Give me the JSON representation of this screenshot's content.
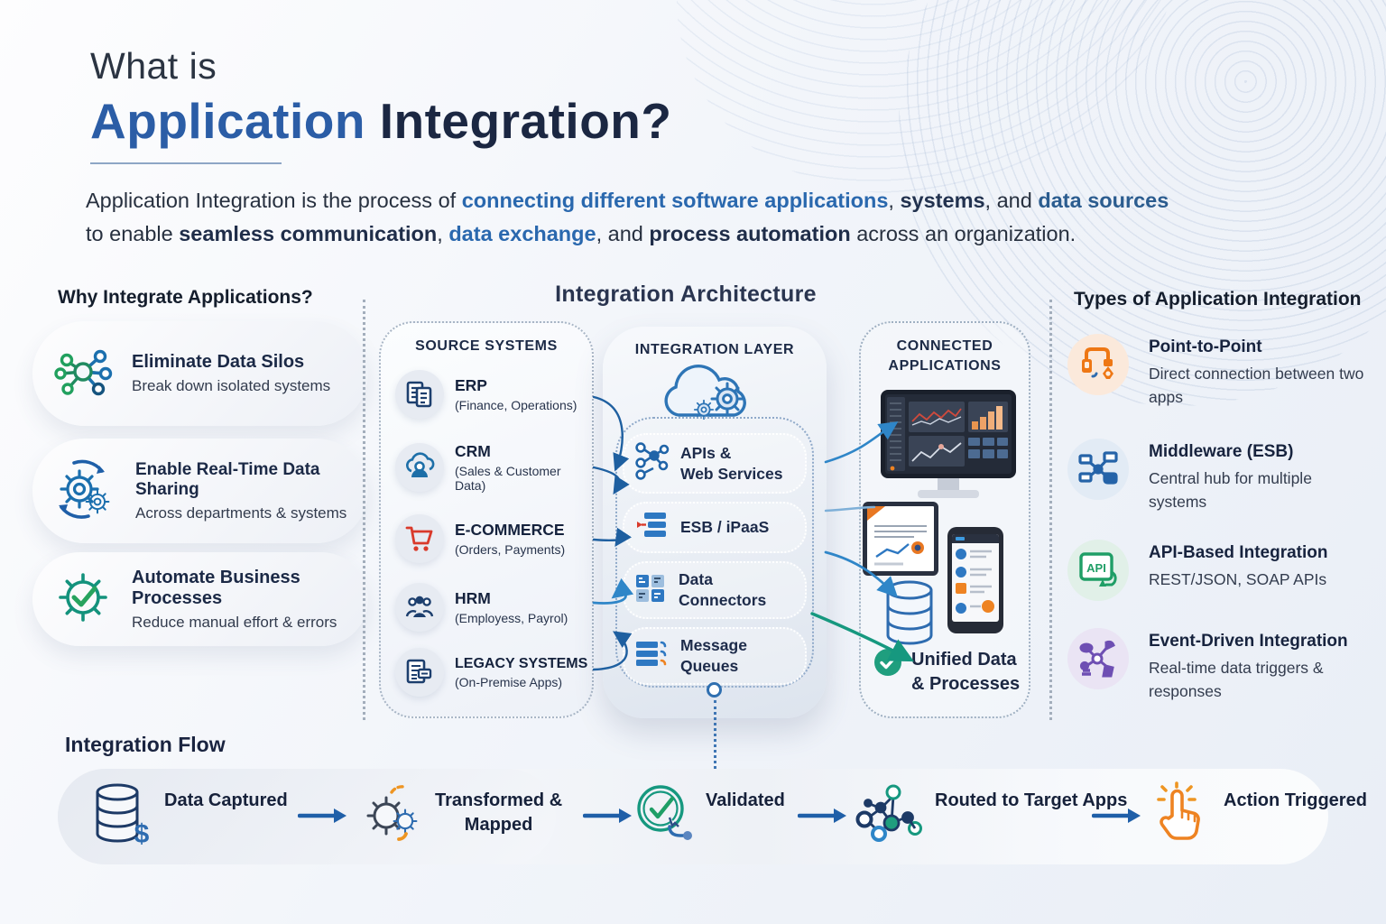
{
  "header": {
    "what": "What is",
    "app": "Application",
    "integration": " Integration?"
  },
  "intro": {
    "parts": [
      {
        "text": "Application Integration is the process of "
      },
      {
        "text": "connecting different software applications"
      },
      {
        "text": ", "
      },
      {
        "text": "systems"
      },
      {
        "text": ", and "
      },
      {
        "text": "data sources"
      },
      {
        "text": "to enable "
      },
      {
        "text": "seamless communication"
      },
      {
        "text": ", "
      },
      {
        "text": "data exchange"
      },
      {
        "text": ", and "
      },
      {
        "text": "process automation"
      },
      {
        "text": " across an organization."
      }
    ]
  },
  "why": {
    "heading": "Why Integrate Applications?",
    "items": [
      {
        "icon": "network-silos-icon",
        "title": "Eliminate Data Silos",
        "desc": "Break down isolated systems"
      },
      {
        "icon": "sync-gears-icon",
        "title": "Enable Real-Time Data Sharing",
        "desc": "Across departments & systems"
      },
      {
        "icon": "gear-check-icon",
        "title": "Automate Business Processes",
        "desc": "Reduce manual effort & errors"
      }
    ]
  },
  "arch": {
    "heading": "Integration Architecture",
    "source": {
      "label": "SOURCE SYSTEMS",
      "items": [
        {
          "icon": "erp-documents-icon",
          "name": "ERP",
          "sub": "(Finance, Operations)"
        },
        {
          "icon": "crm-cloud-person-icon",
          "name": "CRM",
          "sub": "(Sales & Customer Data)"
        },
        {
          "icon": "ecommerce-cart-icon",
          "name": "E-COMMERCE",
          "sub": "(Orders, Payments)"
        },
        {
          "icon": "hrm-people-icon",
          "name": "HRM",
          "sub": "(Employess, Payrol)"
        },
        {
          "icon": "legacy-documents-icon",
          "name": "LEGACY SYSTEMS",
          "sub": "(On-Premise Apps)"
        }
      ]
    },
    "layer": {
      "label": "INTEGRATION LAYER",
      "items": [
        {
          "icon": "api-nodes-icon",
          "label": "APIs &\nWeb Services"
        },
        {
          "icon": "esb-layers-icon",
          "label": "ESB / iPaaS"
        },
        {
          "icon": "data-connectors-grid-icon",
          "label": "Data Connectors"
        },
        {
          "icon": "message-queues-icon",
          "label": "Message Queues"
        }
      ]
    },
    "connected": {
      "label": "CONNECTED\nAPPLICATIONS",
      "caption": "Unified Data\n& Processes"
    }
  },
  "types": {
    "heading": "Types of Application Integration",
    "api_icon_label": "API",
    "items": [
      {
        "icon": "point-to-point-plug-icon",
        "title": "Point-to-Point",
        "desc": "Direct connection between two apps"
      },
      {
        "icon": "middleware-hub-icon",
        "title": "Middleware (ESB)",
        "desc": "Central hub for multiple systems"
      },
      {
        "icon": "api-screen-icon",
        "title": "API-Based Integration",
        "desc": "REST/JSON, SOAP APIs"
      },
      {
        "icon": "event-driven-icon",
        "title": "Event-Driven Integration",
        "desc": "Real-time data triggers & responses"
      }
    ]
  },
  "flow": {
    "heading": "Integration Flow",
    "dollar_symbol": "$",
    "steps": [
      {
        "icon": "database-dollar-icon",
        "label": "Data Captured"
      },
      {
        "icon": "transform-gears-icon",
        "label": "Transformed &\nMapped"
      },
      {
        "icon": "validated-check-icon",
        "label": "Validated"
      },
      {
        "icon": "routed-network-icon",
        "label": "Routed to Target Apps"
      },
      {
        "icon": "action-hand-icon",
        "label": "Action Triggered"
      }
    ]
  },
  "colors": {
    "navy": "#1b2742",
    "blue": "#2b5da6",
    "accent_blue": "#2a68ae",
    "teal": "#16987f",
    "green": "#27a35e",
    "orange": "#ee8322",
    "red": "#d93a2b",
    "purple": "#7a57b8"
  }
}
